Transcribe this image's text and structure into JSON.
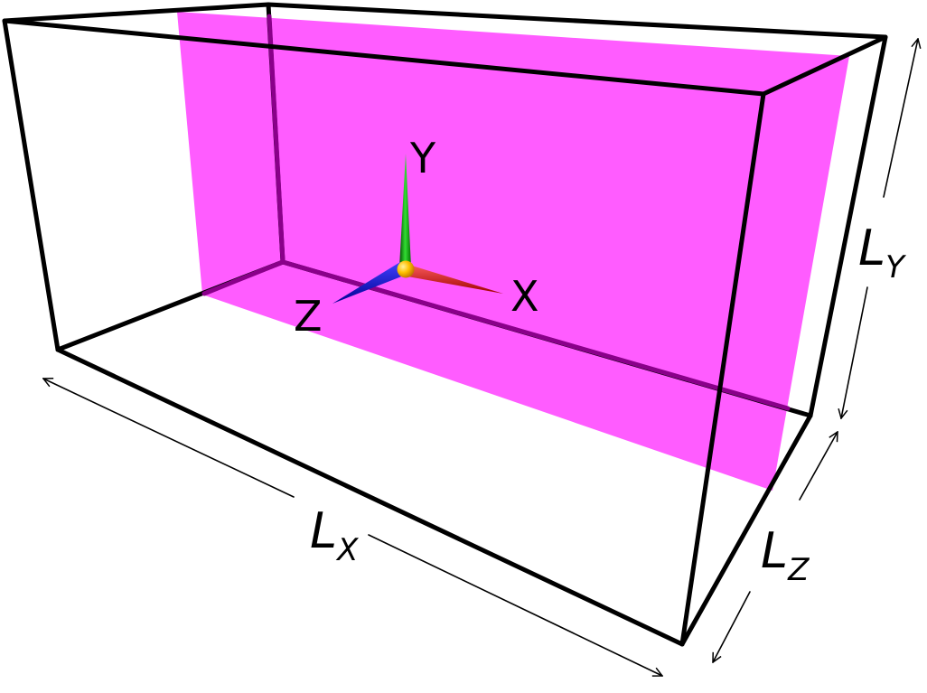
{
  "colors": {
    "plane": "#ff5cff",
    "edges": "#000000",
    "x_axis": "#ff0000",
    "y_axis": "#00b000",
    "z_axis": "#0000ff",
    "origin_sphere": "#ffc000"
  },
  "axes": {
    "x": "X",
    "y": "Y",
    "z": "Z"
  },
  "dimensions": {
    "lx": {
      "symbol": "L",
      "sub": "X"
    },
    "ly": {
      "symbol": "L",
      "sub": "Y"
    },
    "lz": {
      "symbol": "L",
      "sub": "Z"
    }
  }
}
